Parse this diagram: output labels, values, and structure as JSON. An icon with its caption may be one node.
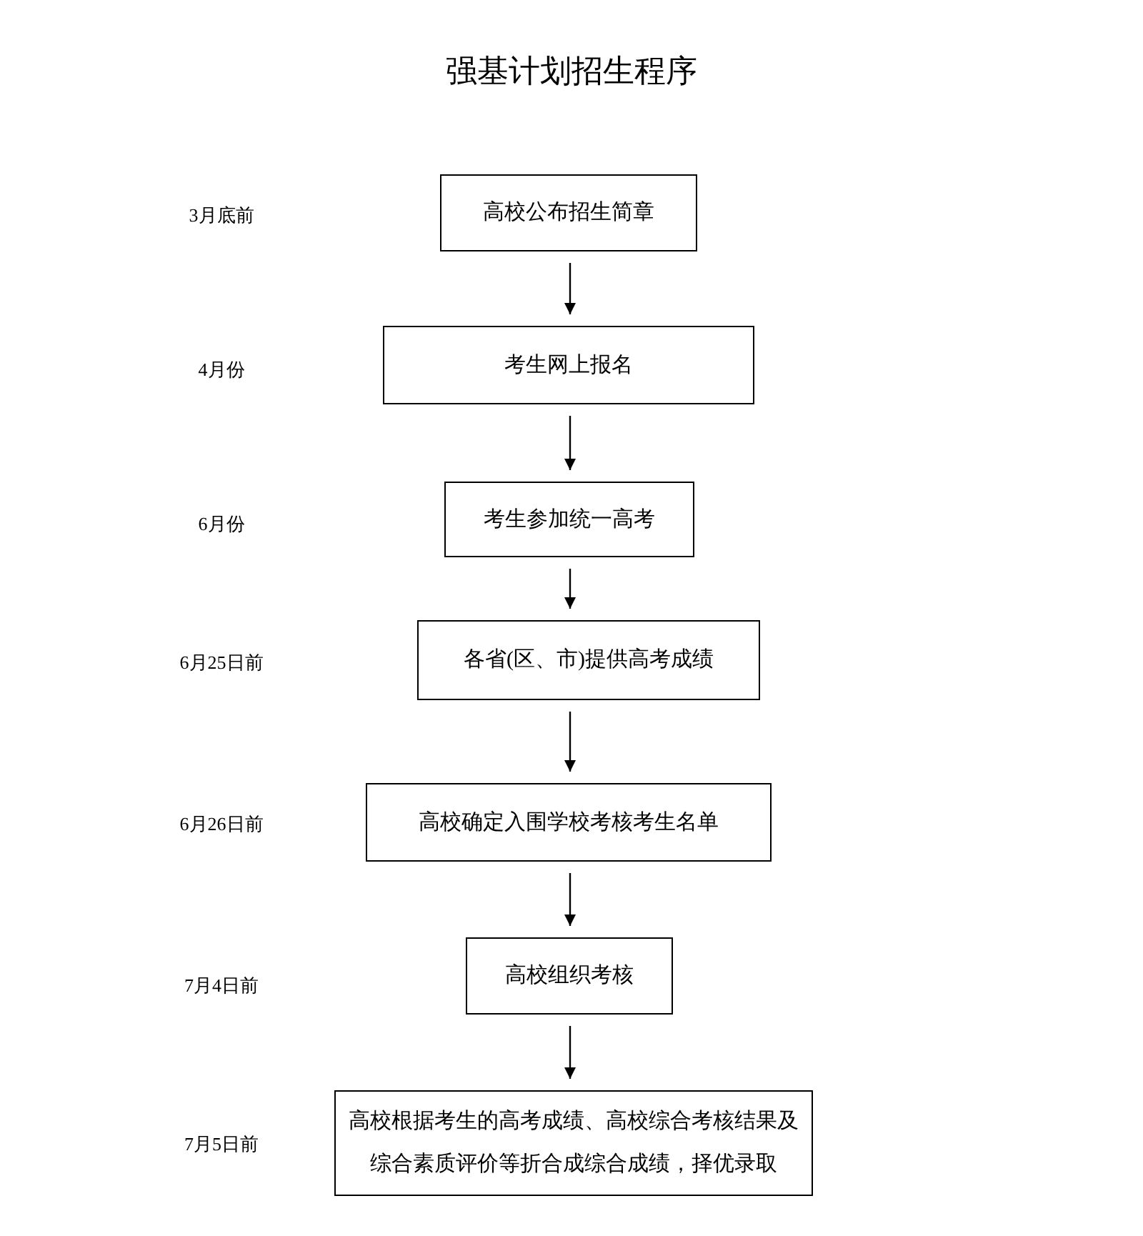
{
  "diagram": {
    "title": "强基计划招生程序",
    "nodes": [
      {
        "text": [
          "高校公布招生简章"
        ]
      },
      {
        "text": [
          "考生网上报名"
        ]
      },
      {
        "text": [
          "考生参加统一高考"
        ]
      },
      {
        "text": [
          "各省(区、市)提供高考成绩"
        ]
      },
      {
        "text": [
          "高校确定入围学校考核考生名单"
        ]
      },
      {
        "text": [
          "高校组织考核"
        ]
      },
      {
        "text": [
          "高校根据考生的高考成绩、高校综合考核结果及综合素质评价等折合成综合成绩，择优录取"
        ]
      }
    ],
    "edges": [
      {
        "from": 0,
        "to": 1,
        "arrow": "to"
      },
      {
        "from": 1,
        "to": 2,
        "arrow": "to"
      },
      {
        "from": 2,
        "to": 3,
        "arrow": "to"
      },
      {
        "from": 3,
        "to": 4,
        "arrow": "to"
      },
      {
        "from": 4,
        "to": 5,
        "arrow": "to"
      },
      {
        "from": 5,
        "to": 6,
        "arrow": "to"
      }
    ],
    "labels": [
      "3月底前",
      "4月份",
      "6月份",
      "6月25日前",
      "6月26日前",
      "7月4日前",
      "7月5日前"
    ]
  }
}
